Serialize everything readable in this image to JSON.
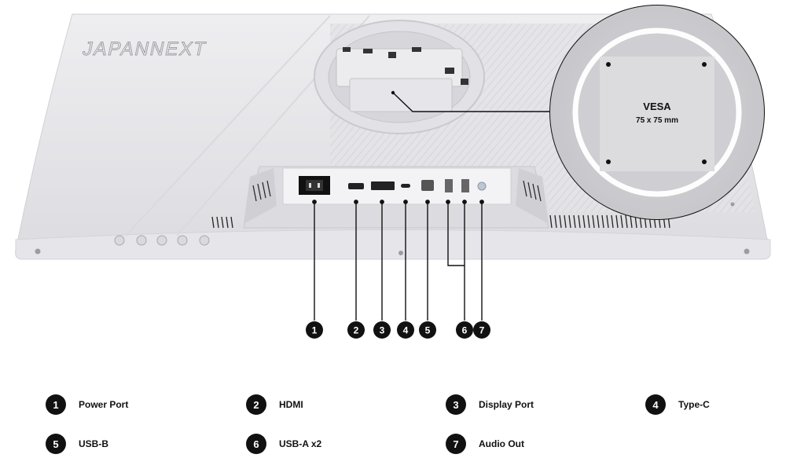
{
  "brand": {
    "logo_text": "JAPANNEXT"
  },
  "vesa": {
    "title": "VESA",
    "size": "75 x 75 mm"
  },
  "port_callouts": [
    "1",
    "2",
    "3",
    "4",
    "5",
    "6",
    "7"
  ],
  "legend": [
    {
      "num": "1",
      "label": "Power Port"
    },
    {
      "num": "2",
      "label": "HDMI"
    },
    {
      "num": "3",
      "label": "Display Port"
    },
    {
      "num": "4",
      "label": "Type-C"
    },
    {
      "num": "5",
      "label": "USB-B"
    },
    {
      "num": "6",
      "label": "USB-A x2"
    },
    {
      "num": "7",
      "label": "Audio Out"
    }
  ],
  "colors": {
    "monitor_body": "#e9e9ec",
    "accent_dark": "#111111",
    "background": "#ffffff"
  }
}
